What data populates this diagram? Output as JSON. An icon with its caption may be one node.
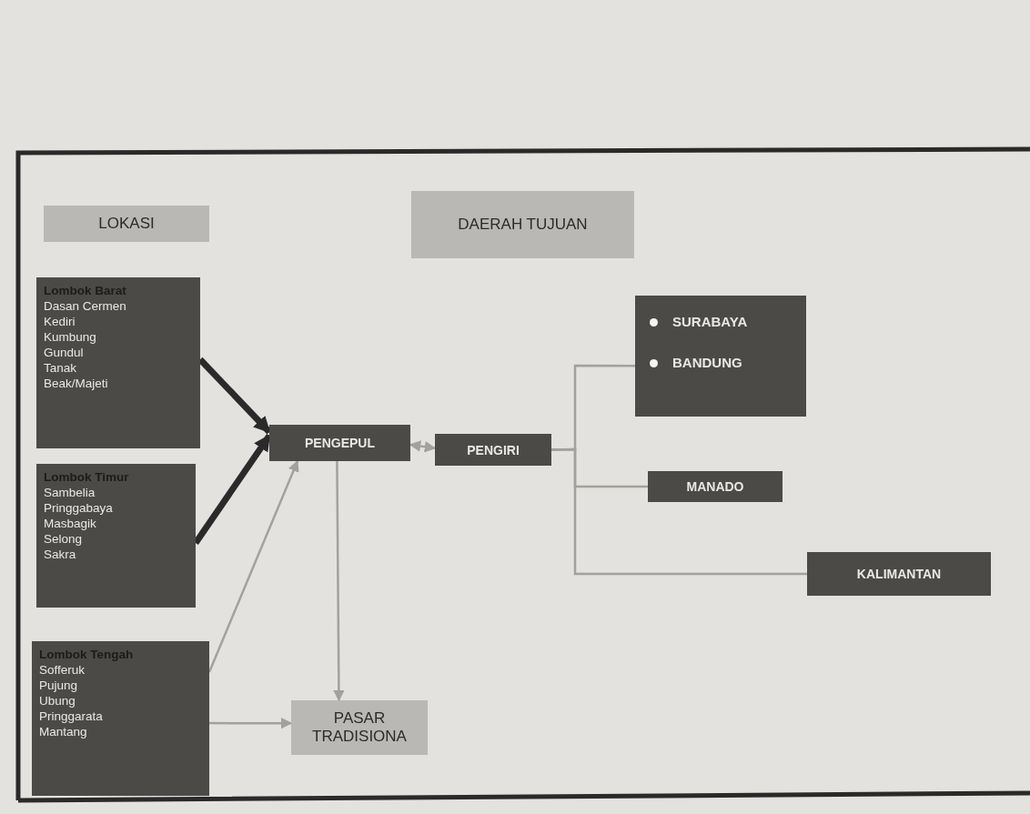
{
  "diagram": {
    "nodes": [
      {
        "text": [
          "LOKASI"
        ]
      },
      {
        "text": [
          "DAERAH TUJUAN"
        ]
      },
      {
        "text": [
          "Lombok Barat",
          "Dasan Cermen",
          "Kediri",
          "Kumbung",
          "Gundul",
          "Tanak",
          "Beak/Majeti"
        ]
      },
      {
        "text": [
          "Lombok Timur",
          "Sambelia",
          "Pringgabaya",
          "Masbagik",
          "Selong",
          "Sakra"
        ]
      },
      {
        "text": [
          "Lombok Tengah",
          "Sofferuk",
          "Pujung",
          "Ubung",
          "Pringgarata",
          "Mantang"
        ]
      },
      {
        "text": [
          "PENGEPUL"
        ]
      },
      {
        "text": [
          "PENGIRI"
        ]
      },
      {
        "text": [
          "PASAR TRADISIONA"
        ]
      },
      {
        "text": [
          "SURABAYA",
          "BANDUNG"
        ]
      },
      {
        "text": [
          "MANADO"
        ]
      },
      {
        "text": [
          "KALIMANTAN"
        ]
      }
    ],
    "edges": [
      {
        "from": 2,
        "to": 5,
        "arrow": "to",
        "style": "thick",
        "color": "#2a2a2a"
      },
      {
        "from": 3,
        "to": 5,
        "arrow": "to",
        "style": "thick",
        "color": "#2a2a2a"
      },
      {
        "from": 4,
        "to": 5,
        "arrow": "to"
      },
      {
        "from": 4,
        "to": 7,
        "arrow": "to"
      },
      {
        "from": 5,
        "to": 7,
        "arrow": "to"
      },
      {
        "from": 5,
        "to": 6,
        "arrow": "both"
      },
      {
        "from": 6,
        "to": 8,
        "arrow": "none"
      },
      {
        "from": 6,
        "to": 9,
        "arrow": "none"
      },
      {
        "from": 6,
        "to": 10,
        "arrow": "none"
      }
    ]
  }
}
